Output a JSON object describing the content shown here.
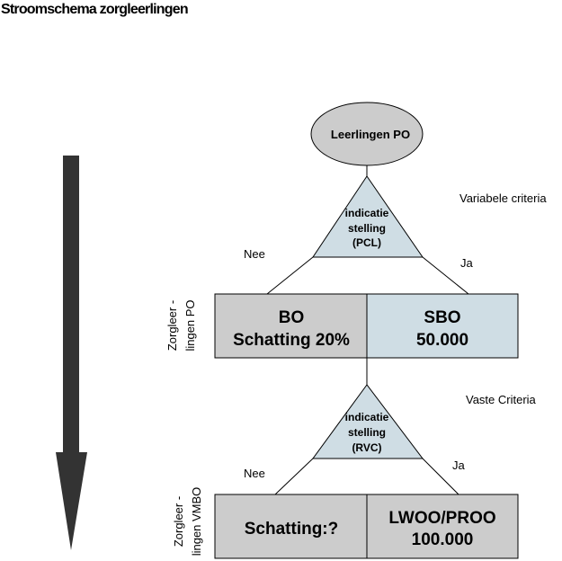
{
  "title": "Stroomschema zorgleerlingen",
  "top_node": "Leerlingen PO",
  "decision_1": {
    "lines": [
      "indicatie",
      "stelling",
      "(PCL)"
    ],
    "criteria": "Variabele criteria",
    "no_label": "Nee",
    "yes_label": "Ja"
  },
  "box_po_left": {
    "line1": "BO",
    "line2": "Schatting 20%"
  },
  "box_po_right": {
    "line1": "SBO",
    "line2": "50.000"
  },
  "side_label_po": {
    "line1": "Zorgleer -",
    "line2": "lingen PO"
  },
  "decision_2": {
    "lines": [
      "indicatie",
      "stelling",
      "(RVC)"
    ],
    "criteria": "Vaste Criteria",
    "no_label": "Nee",
    "yes_label": "Ja"
  },
  "box_vmbo_left": {
    "line1": "Schatting:?"
  },
  "box_vmbo_right": {
    "line1": "LWOO/PROO",
    "line2": "100.000"
  },
  "side_label_vmbo": {
    "line1": "Zorgleer -",
    "line2": "lingen VMBO"
  },
  "colors": {
    "ellipse_fill": "#cccccc",
    "triangle_fill": "#cfdde4",
    "box_gray": "#cccccc",
    "box_blue": "#cfdde4",
    "arrow_fill": "#333333"
  }
}
